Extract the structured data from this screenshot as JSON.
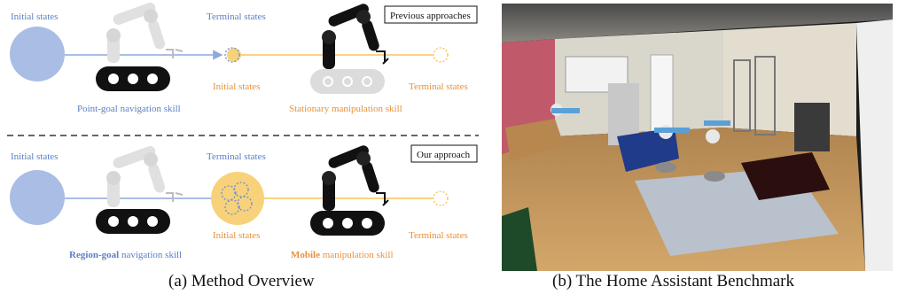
{
  "left_panel": {
    "top_row": {
      "initial_states": "Initial states",
      "terminal_states_1": "Terminal states",
      "initial_states_2": "Initial states",
      "terminal_states_2": "Terminal states",
      "nav_skill": "Point-goal navigation skill",
      "manip_skill": "Stationary manipulation skill",
      "box_label": "Previous approaches"
    },
    "bottom_row": {
      "initial_states": "Initial states",
      "terminal_states_1": "Terminal states",
      "initial_states_2": "Initial states",
      "terminal_states_2": "Terminal states",
      "nav_skill_bold": "Region-goal",
      "nav_skill_rest": " navigation skill",
      "manip_skill_bold": "Mobile",
      "manip_skill_rest": " manipulation skill",
      "box_label": "Our approach"
    },
    "colors": {
      "blue": "#8ea9db",
      "blue_text": "#5b7fc4",
      "orange": "#f5c35b",
      "orange_text": "#e8913a",
      "gray_robot": "#dcdcdc",
      "black_robot": "#111111"
    }
  },
  "captions": {
    "left": "(a) Method Overview",
    "right": "(b) The Home Assistant Benchmark"
  }
}
